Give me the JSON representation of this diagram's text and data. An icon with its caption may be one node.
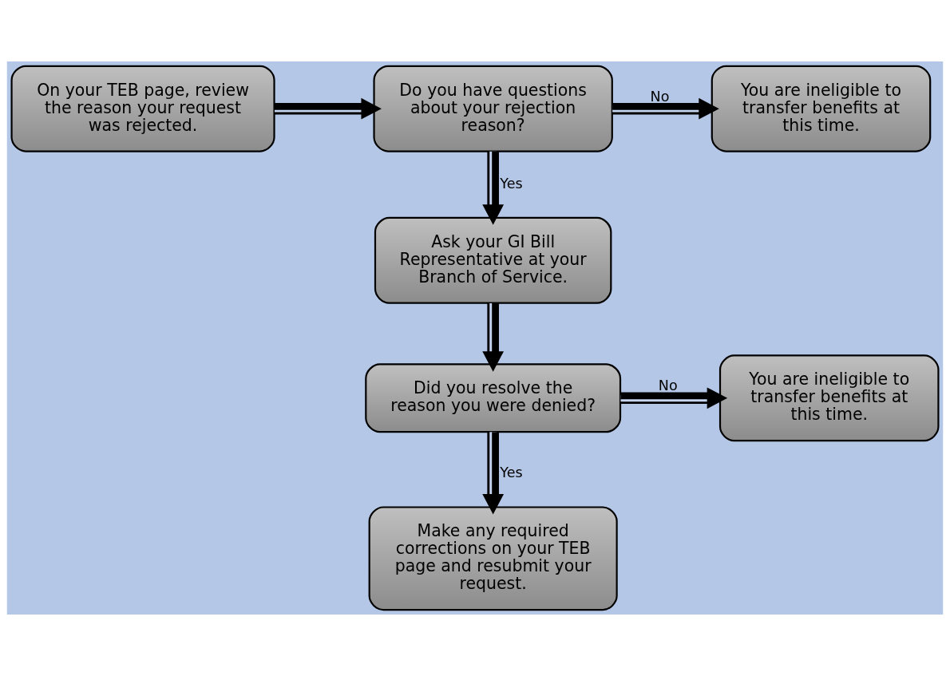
{
  "diagram": {
    "nodes": [
      {
        "text": [
          "On your TEB page, review the reason your request was rejected."
        ]
      },
      {
        "text": [
          "Do you have questions about your rejection reason?"
        ]
      },
      {
        "text": [
          "You are ineligible to transfer benefits at this time."
        ]
      },
      {
        "text": [
          "Ask your GI Bill Representative at your Branch of Service."
        ]
      },
      {
        "text": [
          "Did you resolve the reason you were denied?"
        ]
      },
      {
        "text": [
          "You are ineligible to transfer benefits at this time."
        ]
      },
      {
        "text": [
          "Make any required corrections on your TEB page and resubmit your request."
        ]
      }
    ],
    "edges": [
      {
        "from": 0,
        "to": 1,
        "arrow": "to"
      },
      {
        "from": 1,
        "to": 2,
        "arrow": "to",
        "label": "No"
      },
      {
        "from": 1,
        "to": 3,
        "arrow": "to",
        "label": "Yes"
      },
      {
        "from": 3,
        "to": 4,
        "arrow": "to"
      },
      {
        "from": 4,
        "to": 5,
        "arrow": "to",
        "label": "No"
      },
      {
        "from": 4,
        "to": 6,
        "arrow": "to",
        "label": "Yes"
      }
    ]
  }
}
